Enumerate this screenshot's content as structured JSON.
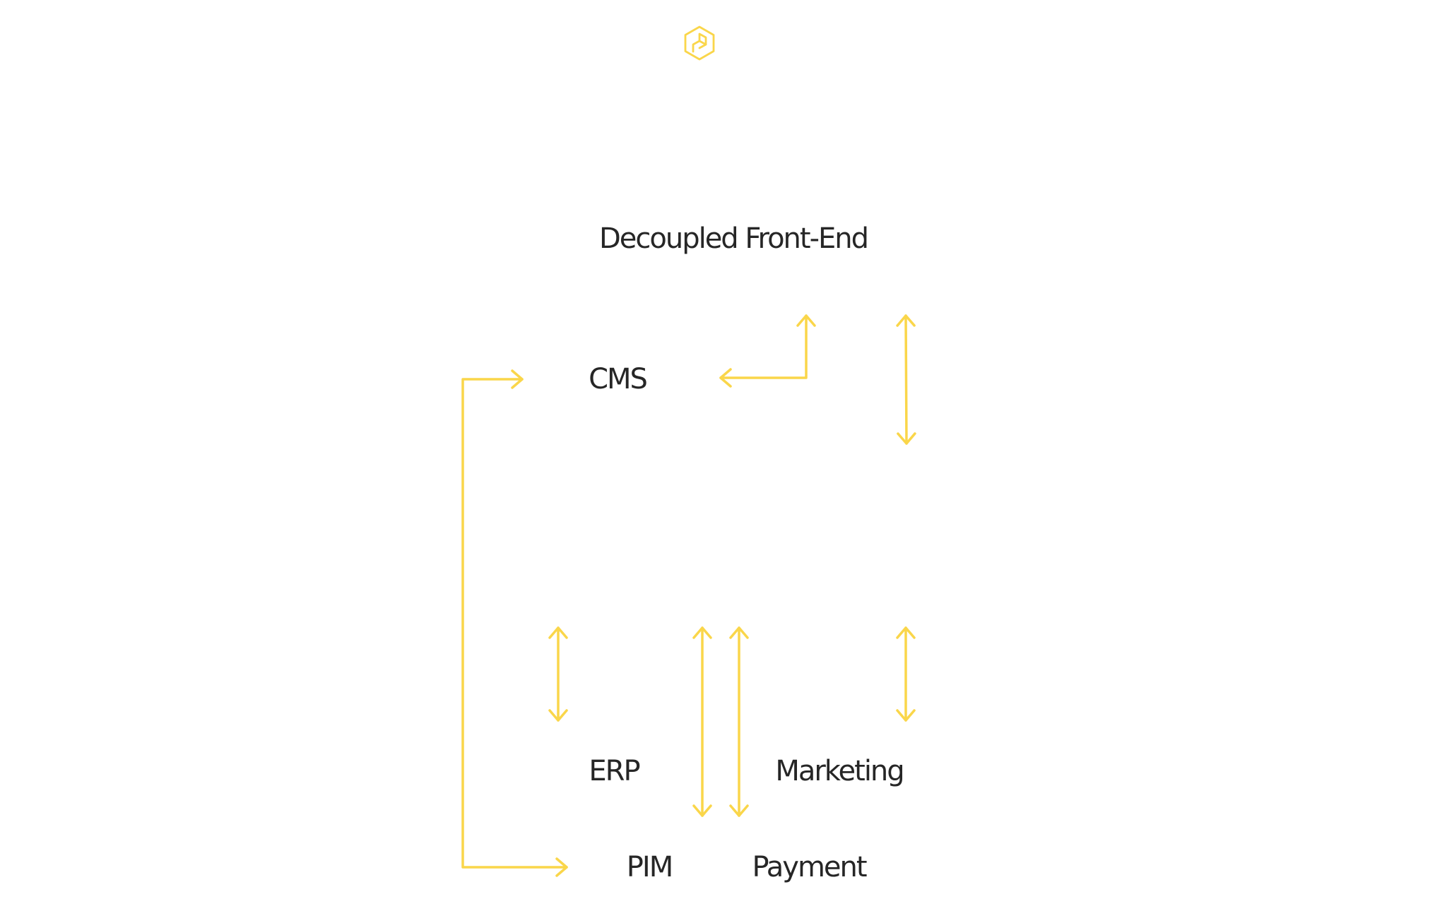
{
  "colors": {
    "accent": "#fad64a",
    "text": "#262626",
    "background": "#ffffff"
  },
  "logo": {
    "icon": "hexagon-cube-logo-icon"
  },
  "nodes": {
    "frontend": {
      "label": "Decoupled Front-End"
    },
    "cms": {
      "label": "CMS"
    },
    "erp": {
      "label": "ERP"
    },
    "marketing": {
      "label": "Marketing"
    },
    "pim": {
      "label": "PIM"
    },
    "payment": {
      "label": "Payment"
    }
  }
}
